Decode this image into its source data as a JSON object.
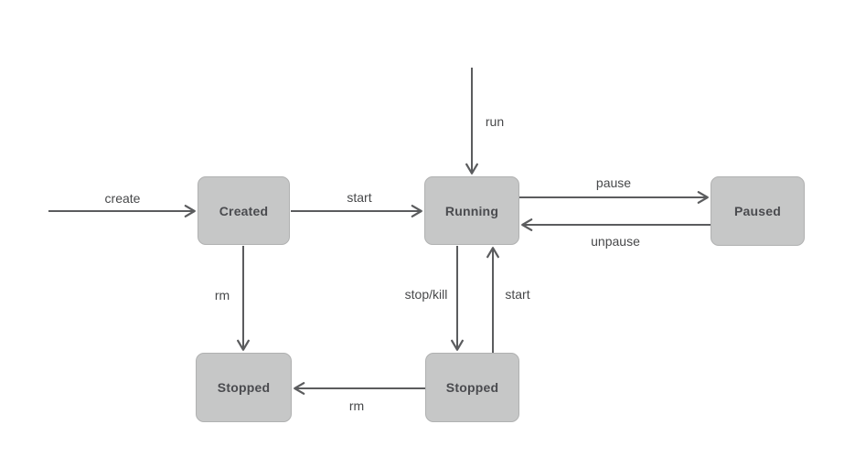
{
  "diagram": {
    "type": "state-diagram",
    "subject": "container lifecycle states",
    "nodes": [
      {
        "id": "created",
        "label": "Created"
      },
      {
        "id": "running",
        "label": "Running"
      },
      {
        "id": "paused",
        "label": "Paused"
      },
      {
        "id": "stopped-left",
        "label": "Stopped"
      },
      {
        "id": "stopped-right",
        "label": "Stopped"
      }
    ],
    "edges": [
      {
        "from": "entry-left",
        "to": "created",
        "label": "create"
      },
      {
        "from": "created",
        "to": "running",
        "label": "start"
      },
      {
        "from": "entry-top",
        "to": "running",
        "label": "run"
      },
      {
        "from": "running",
        "to": "paused",
        "label": "pause"
      },
      {
        "from": "paused",
        "to": "running",
        "label": "unpause"
      },
      {
        "from": "created",
        "to": "stopped-left",
        "label": "rm"
      },
      {
        "from": "running",
        "to": "stopped-right",
        "label": "stop/kill"
      },
      {
        "from": "stopped-right",
        "to": "running",
        "label": "start"
      },
      {
        "from": "stopped-right",
        "to": "stopped-left",
        "label": "rm"
      }
    ],
    "colors": {
      "background": "#ffffff",
      "node_fill": "#c6c7c7",
      "node_border": "#b0b1b1",
      "node_text": "#4a4b4f",
      "edge_stroke": "#5b5c5e",
      "edge_label_text": "#47484a"
    }
  }
}
